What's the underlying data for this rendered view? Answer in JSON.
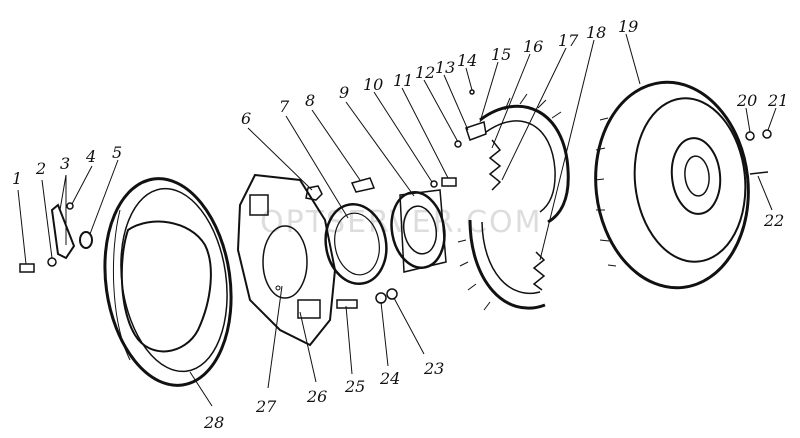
{
  "watermark": "OPTSERVER.COM",
  "labels": [
    "1",
    "2",
    "3",
    "4",
    "5",
    "6",
    "7",
    "8",
    "9",
    "10",
    "11",
    "12",
    "13",
    "14",
    "15",
    "16",
    "17",
    "18",
    "19",
    "20",
    "21",
    "22",
    "23",
    "24",
    "25",
    "26",
    "27",
    "28"
  ]
}
